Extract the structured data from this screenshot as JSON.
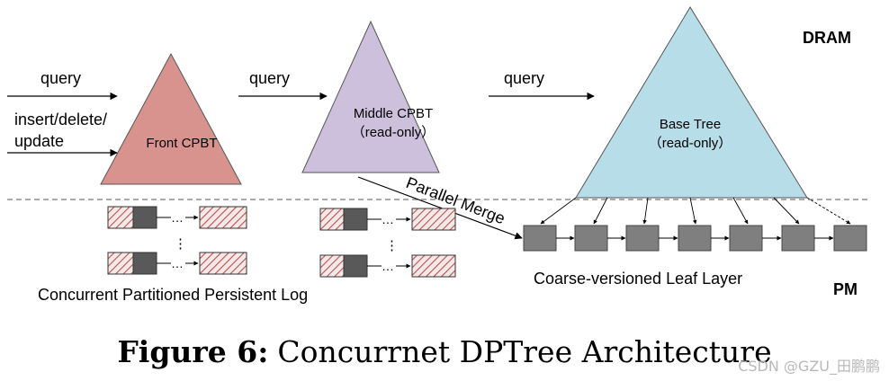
{
  "labels": {
    "dram": "DRAM",
    "pm": "PM",
    "query_1": "query",
    "query_2": "query",
    "query_3": "query",
    "insert_delete": "insert/delete/",
    "update": "update",
    "front_cpbt": "Front CPBT",
    "middle_cpbt": "Middle CPBT",
    "middle_readonly": "（read-only）",
    "base_tree": "Base Tree",
    "base_readonly": "（read-only）",
    "parallel_merge": "Parallel Merge",
    "leaf_layer": "Coarse-versioned Leaf Layer",
    "log_label": "Concurrent Partitioned Persistent Log",
    "ellipsis": "…",
    "vdots": "⋮"
  },
  "caption": {
    "prefix": "Figure 6:",
    "text": "Concurrnet DPTree Architecture"
  },
  "watermark": "CSDN @GZU_田鹏鹏",
  "colors": {
    "front_tree": "#d9938e",
    "middle_tree": "#cdc0dc",
    "base_tree": "#b7dde8",
    "leaf_node": "#7f7f7f",
    "log_head": "#595959",
    "hatch": "#c0504d"
  }
}
